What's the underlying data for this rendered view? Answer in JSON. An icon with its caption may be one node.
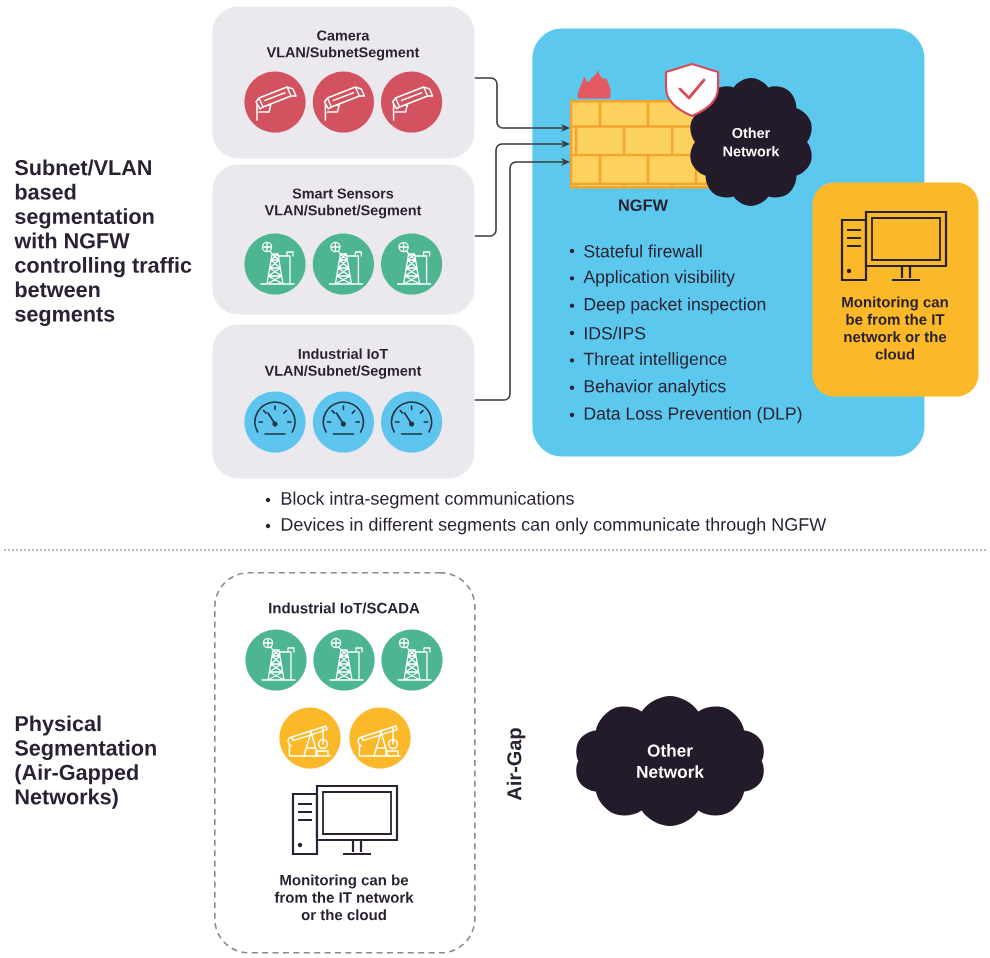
{
  "diagram": {
    "nodes": [
      {
        "text": [
          "Camera VLAN/SubnetSegment"
        ]
      },
      {
        "text": [
          "Smart Sensors VLAN/Subnet/Segment"
        ]
      },
      {
        "text": [
          "Industrial IoT VLAN/Subnet/Segment"
        ]
      },
      {
        "text": [
          "Stateful firewall",
          "Application visibility",
          "Deep packet inspection",
          "IDS/IPS",
          "Threat intelligence",
          "Behavior analytics",
          "Data Loss Prevention (DLP)"
        ]
      },
      {
        "text": [
          "NGFW"
        ],
        "in": 3
      },
      {
        "text": [
          "Other Network"
        ],
        "in": 3
      },
      {
        "text": [
          "Monitoring can be from the IT network or the cloud"
        ]
      },
      {
        "text": [
          "Industrial IoT/SCADA",
          "Monitoring can be from the IT network or the cloud"
        ]
      },
      {
        "text": [
          "Other Network"
        ]
      }
    ],
    "edges": [
      {
        "from": 0,
        "to": 4,
        "arrow": "to"
      },
      {
        "from": 1,
        "to": 4,
        "arrow": "to"
      },
      {
        "from": 2,
        "to": 4,
        "arrow": "to"
      }
    ],
    "labels": [
      "Subnet/VLAN based segmentation with NGFW controlling traffic between segments",
      "Block intra-segment communications",
      "Devices in different segments can only communicate through NGFW",
      "Physical Segmentation (Air-Gapped Networks)",
      "Air-Gap"
    ]
  }
}
